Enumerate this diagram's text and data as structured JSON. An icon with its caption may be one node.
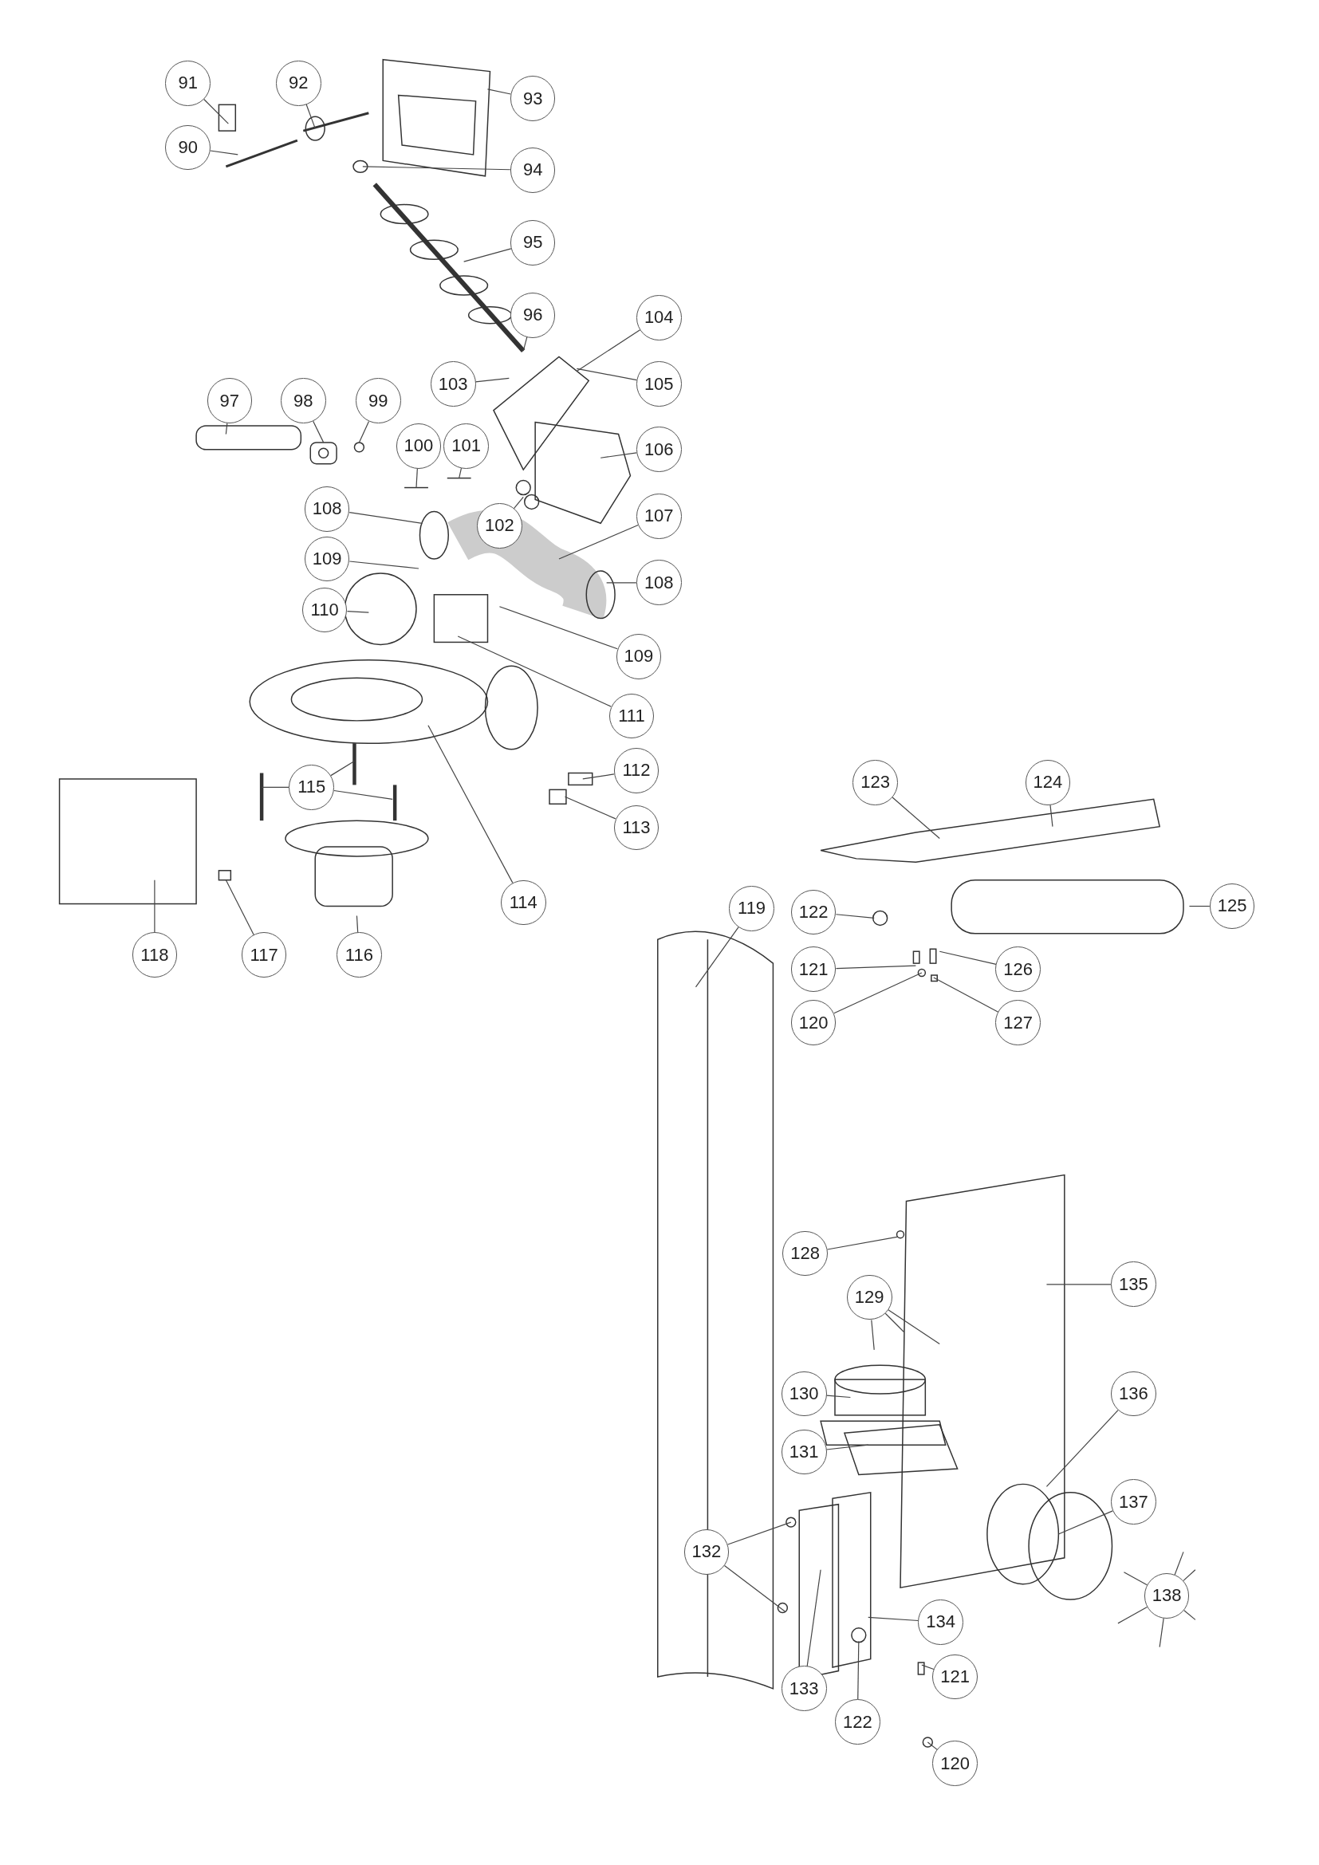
{
  "diagram": {
    "nodes": [
      {
        "text": [
          "91"
        ]
      },
      {
        "text": [
          "92"
        ]
      },
      {
        "text": [
          "93"
        ]
      },
      {
        "text": [
          "90"
        ]
      },
      {
        "text": [
          "94"
        ]
      },
      {
        "text": [
          "95"
        ]
      },
      {
        "text": [
          "96"
        ]
      },
      {
        "text": [
          "104"
        ]
      },
      {
        "text": [
          "103"
        ]
      },
      {
        "text": [
          "105"
        ]
      },
      {
        "text": [
          "97"
        ]
      },
      {
        "text": [
          "98"
        ]
      },
      {
        "text": [
          "99"
        ]
      },
      {
        "text": [
          "100"
        ]
      },
      {
        "text": [
          "101"
        ]
      },
      {
        "text": [
          "106"
        ]
      },
      {
        "text": [
          "102"
        ]
      },
      {
        "text": [
          "108"
        ]
      },
      {
        "text": [
          "107"
        ]
      },
      {
        "text": [
          "109"
        ]
      },
      {
        "text": [
          "108"
        ]
      },
      {
        "text": [
          "110"
        ]
      },
      {
        "text": [
          "109"
        ]
      },
      {
        "text": [
          "111"
        ]
      },
      {
        "text": [
          "112"
        ]
      },
      {
        "text": [
          "123"
        ]
      },
      {
        "text": [
          "124"
        ]
      },
      {
        "text": [
          "115"
        ]
      },
      {
        "text": [
          "113"
        ]
      },
      {
        "text": [
          "114"
        ]
      },
      {
        "text": [
          "122"
        ]
      },
      {
        "text": [
          "119"
        ]
      },
      {
        "text": [
          "125"
        ]
      },
      {
        "text": [
          "118"
        ]
      },
      {
        "text": [
          "117"
        ]
      },
      {
        "text": [
          "116"
        ]
      },
      {
        "text": [
          "121"
        ]
      },
      {
        "text": [
          "126"
        ]
      },
      {
        "text": [
          "120"
        ]
      },
      {
        "text": [
          "127"
        ]
      },
      {
        "text": [
          "128"
        ]
      },
      {
        "text": [
          "135"
        ]
      },
      {
        "text": [
          "129"
        ]
      },
      {
        "text": [
          "130"
        ]
      },
      {
        "text": [
          "136"
        ]
      },
      {
        "text": [
          "131"
        ]
      },
      {
        "text": [
          "137"
        ]
      },
      {
        "text": [
          "132"
        ]
      },
      {
        "text": [
          "138"
        ]
      },
      {
        "text": [
          "134"
        ]
      },
      {
        "text": [
          "121"
        ]
      },
      {
        "text": [
          "133"
        ]
      },
      {
        "text": [
          "122"
        ]
      },
      {
        "text": [
          "120"
        ]
      }
    ],
    "edges": [
      {
        "from": 0,
        "to": null,
        "arrow": "none"
      },
      {
        "from": 1,
        "to": null,
        "arrow": "none"
      },
      {
        "from": 2,
        "to": null,
        "arrow": "none"
      },
      {
        "from": 3,
        "to": null,
        "arrow": "none"
      },
      {
        "from": 4,
        "to": null,
        "arrow": "none"
      },
      {
        "from": 5,
        "to": null,
        "arrow": "none"
      },
      {
        "from": 6,
        "to": null,
        "arrow": "none"
      },
      {
        "from": 7,
        "to": null,
        "arrow": "none"
      },
      {
        "from": 8,
        "to": null,
        "arrow": "none"
      },
      {
        "from": 9,
        "to": null,
        "arrow": "none"
      },
      {
        "from": 10,
        "to": null,
        "arrow": "none"
      },
      {
        "from": 11,
        "to": null,
        "arrow": "none"
      },
      {
        "from": 12,
        "to": null,
        "arrow": "none"
      },
      {
        "from": 13,
        "to": null,
        "arrow": "none"
      },
      {
        "from": 14,
        "to": null,
        "arrow": "none"
      },
      {
        "from": 15,
        "to": null,
        "arrow": "none"
      },
      {
        "from": 16,
        "to": null,
        "arrow": "none"
      },
      {
        "from": 17,
        "to": null,
        "arrow": "none"
      },
      {
        "from": 18,
        "to": null,
        "arrow": "none"
      },
      {
        "from": 19,
        "to": null,
        "arrow": "none"
      },
      {
        "from": 20,
        "to": null,
        "arrow": "none"
      },
      {
        "from": 21,
        "to": null,
        "arrow": "none"
      },
      {
        "from": 22,
        "to": null,
        "arrow": "none"
      },
      {
        "from": 23,
        "to": null,
        "arrow": "none"
      },
      {
        "from": 24,
        "to": null,
        "arrow": "none"
      },
      {
        "from": 25,
        "to": null,
        "arrow": "none"
      },
      {
        "from": 26,
        "to": null,
        "arrow": "none"
      },
      {
        "from": 27,
        "to": null,
        "arrow": "none"
      },
      {
        "from": 27,
        "to": null,
        "arrow": "none"
      },
      {
        "from": 27,
        "to": null,
        "arrow": "none"
      },
      {
        "from": 28,
        "to": null,
        "arrow": "none"
      },
      {
        "from": 29,
        "to": null,
        "arrow": "none"
      },
      {
        "from": 30,
        "to": null,
        "arrow": "none"
      },
      {
        "from": 31,
        "to": null,
        "arrow": "none"
      },
      {
        "from": 32,
        "to": null,
        "arrow": "none"
      },
      {
        "from": 33,
        "to": null,
        "arrow": "none"
      },
      {
        "from": 34,
        "to": null,
        "arrow": "none"
      },
      {
        "from": 35,
        "to": null,
        "arrow": "none"
      },
      {
        "from": 36,
        "to": null,
        "arrow": "none"
      },
      {
        "from": 37,
        "to": null,
        "arrow": "none"
      },
      {
        "from": 38,
        "to": null,
        "arrow": "none"
      },
      {
        "from": 39,
        "to": null,
        "arrow": "none"
      },
      {
        "from": 40,
        "to": null,
        "arrow": "none"
      },
      {
        "from": 41,
        "to": null,
        "arrow": "none"
      },
      {
        "from": 42,
        "to": null,
        "arrow": "none"
      },
      {
        "from": 42,
        "to": null,
        "arrow": "none"
      },
      {
        "from": 42,
        "to": null,
        "arrow": "none"
      },
      {
        "from": 43,
        "to": null,
        "arrow": "none"
      },
      {
        "from": 44,
        "to": null,
        "arrow": "none"
      },
      {
        "from": 45,
        "to": null,
        "arrow": "none"
      },
      {
        "from": 46,
        "to": null,
        "arrow": "none"
      },
      {
        "from": 47,
        "to": null,
        "arrow": "none"
      },
      {
        "from": 47,
        "to": null,
        "arrow": "none"
      },
      {
        "from": 48,
        "to": null,
        "arrow": "none"
      },
      {
        "from": 48,
        "to": null,
        "arrow": "none"
      },
      {
        "from": 48,
        "to": null,
        "arrow": "none"
      },
      {
        "from": 48,
        "to": null,
        "arrow": "none"
      },
      {
        "from": 48,
        "to": null,
        "arrow": "none"
      },
      {
        "from": 48,
        "to": null,
        "arrow": "none"
      },
      {
        "from": 49,
        "to": null,
        "arrow": "none"
      },
      {
        "from": 50,
        "to": null,
        "arrow": "none"
      },
      {
        "from": 51,
        "to": null,
        "arrow": "none"
      },
      {
        "from": 52,
        "to": null,
        "arrow": "none"
      },
      {
        "from": 53,
        "to": null,
        "arrow": "none"
      }
    ]
  }
}
